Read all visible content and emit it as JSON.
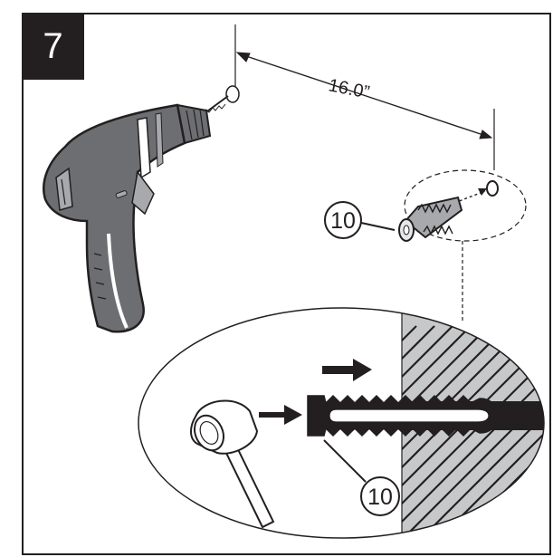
{
  "step": {
    "number": "7"
  },
  "dimension": {
    "text": "16.0”"
  },
  "callouts": {
    "anchor_top": "10",
    "anchor_detail": "10"
  },
  "colors": {
    "ink": "#231f20",
    "body_gray": "#6d6e71",
    "light_gray": "#a7a9ac",
    "hatch_bg": "#c7c8ca",
    "white": "#ffffff"
  },
  "icons": [
    "drill-icon",
    "wall-anchor-icon",
    "mallet-icon",
    "direction-arrow-icon"
  ]
}
